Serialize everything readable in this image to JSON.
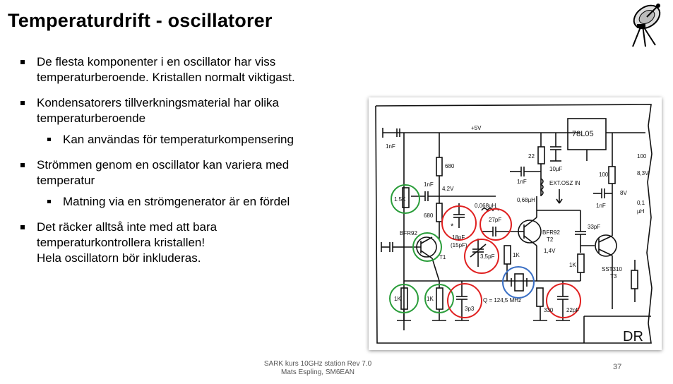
{
  "slide": {
    "title": "Temperaturdrift - oscillatorer",
    "bullets": [
      {
        "lines": [
          "De flesta komponenter i en oscillator har viss",
          "temperaturberoende. Kristallen normalt viktigast."
        ]
      },
      {
        "lines": [
          "Kondensatorers tillverkningsmaterial har olika",
          "temperaturberoende"
        ]
      },
      {
        "lines": [
          "Kan användas för temperaturkompensering"
        ],
        "sub": true
      },
      {
        "lines": [
          "Strömmen genom en oscillator kan variera med",
          "temperatur"
        ]
      },
      {
        "lines": [
          "Matning via en strömgenerator är en fördel"
        ],
        "sub": true
      },
      {
        "lines": [
          "Det räcker alltså inte med att bara",
          "temperaturkontrollera kristallen!",
          "Hela oscillatorn bör inkluderas."
        ]
      }
    ],
    "footer": {
      "line1": "SARK kurs 10GHz station Rev 7.0",
      "line2": "Mats Espling, SM6EAN"
    },
    "page_number": "37"
  },
  "schematic": {
    "supply": "+5V",
    "regulator": "78L05",
    "labels": {
      "c_in": "1nF",
      "r680a": "680",
      "c1nf_b": "1nF",
      "v42": "4,2V",
      "r680b": "680",
      "t1_name": "BFR92",
      "t1": "T1",
      "r15k": "1.5K",
      "r1k_a": "1K",
      "r1k_b": "1K",
      "c18pf": "18pF",
      "c15pf": "(15pF)",
      "star": "*",
      "c27pf": "27pF",
      "l068": "0,068µH",
      "c35pf": "3,5pF",
      "c3p3": "3p3",
      "r1k_c": "1K",
      "q": "Q = 124,5 MHz",
      "t2_name": "BFR92",
      "t2": "T2",
      "v14": "1,4V",
      "r22": "22",
      "c10uf": "10µF",
      "c1nf_c": "1nF",
      "l068b": "0,68µH",
      "ext": "EXT.OSZ IN",
      "r330": "330",
      "c22pf": "22pF",
      "c33pf": "33pF",
      "r1k_d": "1K",
      "r100": "100",
      "c1nf_d": "1nF",
      "v8": "8V",
      "t3_name": "SST310",
      "t3": "T3",
      "r100b": "100",
      "v83": "8,3V",
      "v01": "0,1",
      "uh": "µH",
      "dr": "DR"
    },
    "highlight_colors": {
      "green": "#2a9d3a",
      "red": "#e02020",
      "blue": "#3a6fc4"
    }
  }
}
